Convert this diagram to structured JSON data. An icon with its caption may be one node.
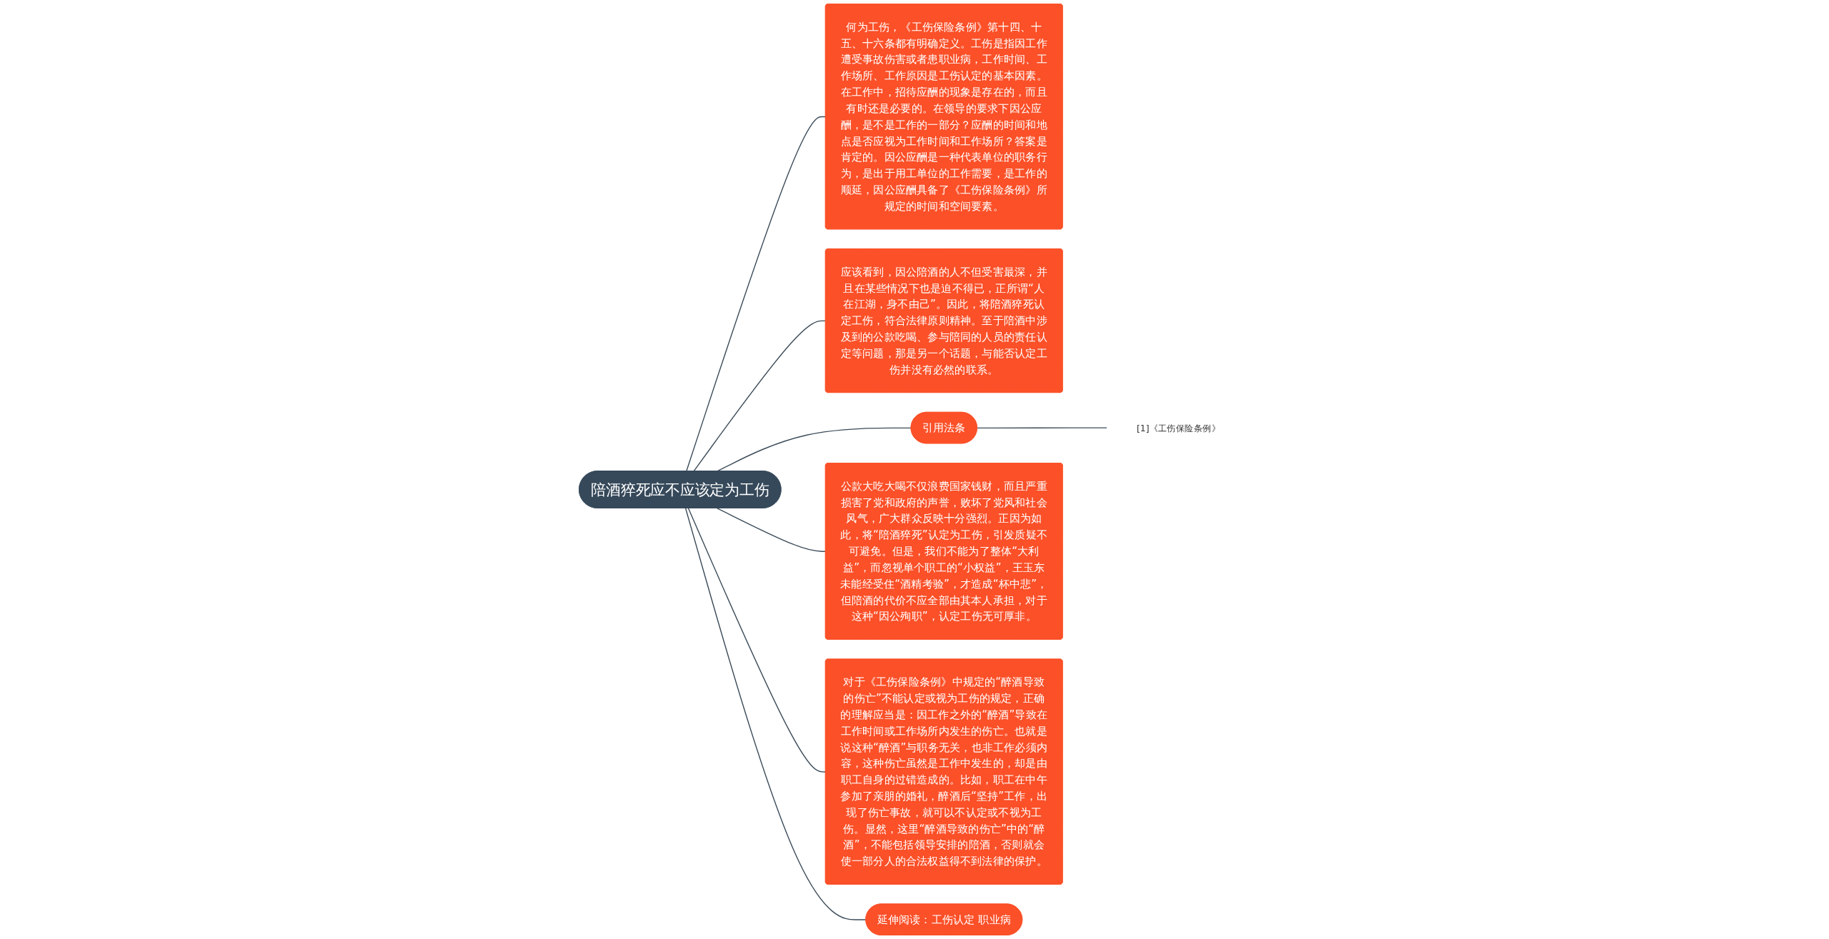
{
  "diagram": {
    "nodes": [
      {
        "text": [
          "陪酒猝死应不应该定为工伤"
        ]
      },
      {
        "text": [
          "何为工伤，《工伤保险条例》第十四、十五、十六条都有明确定义。工伤是指因工作遭受事故伤害或者患职业病，工作时间、工作场所、工作原因是工伤认定的基本因素。在工作中，招待应酬的现象是存在的，而且有时还是必要的。在领导的要求下因公应酬，是不是工作的一部分？应酬的时间和地点是否应视为工作时间和工作场所？答案是肯定的。因公应酬是一种代表单位的职务行为，是出于用工单位的工作需要，是工作的顺延，因公应酬具备了《工伤保险条例》所规定的时间和空间要素。"
        ]
      },
      {
        "text": [
          "应该看到，因公陪酒的人不但受害最深，并且在某些情况下也是迫不得已，正所谓“人在江湖，身不由己”。因此，将陪酒猝死认定工伤，符合法律原则精神。至于陪酒中涉及到的公款吃喝、参与陪同的人员的责任认定等问题，那是另一个话题，与能否认定工伤并没有必然的联系。"
        ]
      },
      {
        "text": [
          "引用法条"
        ]
      },
      {
        "text": [
          "[1]《工伤保险条例》"
        ]
      },
      {
        "text": [
          "公款大吃大喝不仅浪费国家钱财，而且严重损害了党和政府的声誉，败坏了党风和社会风气，广大群众反映十分强烈。正因为如此，将“陪酒猝死”认定为工伤，引发质疑不可避免。但是，我们不能为了整体“大利益”，而忽视单个职工的“小权益”，王玉东未能经受住“酒精考验”，才造成“杯中悲”，但陪酒的代价不应全部由其本人承担，对于这种“因公殉职”，认定工伤无可厚非。"
        ]
      },
      {
        "text": [
          "对于《工伤保险条例》中规定的“醉酒导致的伤亡”不能认定或视为工伤的规定，正确的理解应当是：因工作之外的“醉酒”导致在工作时间或工作场所内发生的伤亡。也就是说这种“醉酒”与职务无关，也非工作必须内容，这种伤亡虽然是工作中发生的，却是由职工自身的过错造成的。比如，职工在中午参加了亲朋的婚礼，醉酒后“坚持”工作，出现了伤亡事故，就可以不认定或不视为工伤。显然，这里“醉酒导致的伤亡”中的“醉酒”，不能包括领导安排的陪酒，否则就会使一部分人的合法权益得不到法律的保护。"
        ]
      },
      {
        "text": [
          "延伸阅读：工伤认定 职业病"
        ]
      }
    ],
    "edges": [
      {
        "from": 0,
        "to": 1,
        "arrow": "none"
      },
      {
        "from": 0,
        "to": 2,
        "arrow": "none"
      },
      {
        "from": 0,
        "to": 3,
        "arrow": "none"
      },
      {
        "from": 3,
        "to": 4,
        "arrow": "none"
      },
      {
        "from": 0,
        "to": 5,
        "arrow": "none"
      },
      {
        "from": 0,
        "to": 6,
        "arrow": "none"
      },
      {
        "from": 0,
        "to": 7,
        "arrow": "none"
      }
    ]
  }
}
